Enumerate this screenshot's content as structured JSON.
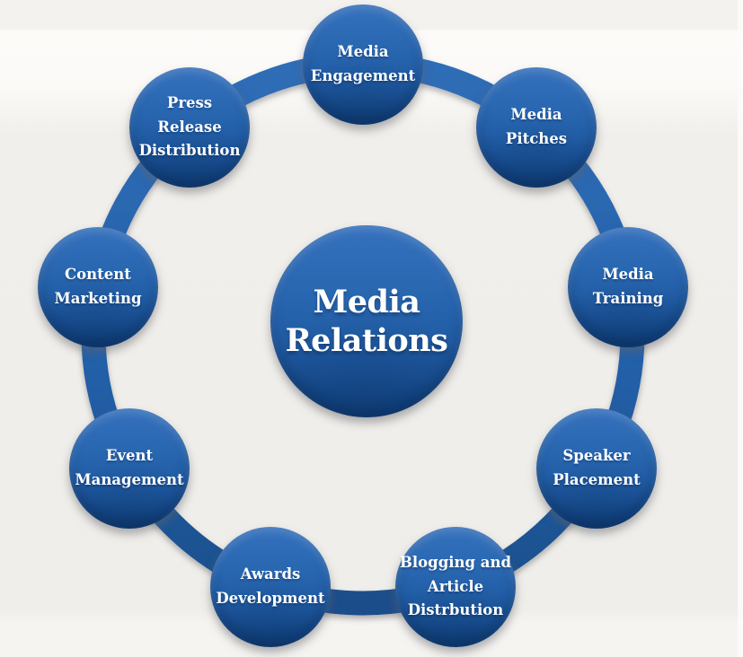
{
  "diagram": {
    "type": "hub-and-spoke-cycle",
    "center": {
      "id": "media-relations",
      "text": "Media\nRelations"
    },
    "satellites": [
      {
        "id": "media-engagement",
        "text": "Media\nEngagement"
      },
      {
        "id": "media-pitches",
        "text": "Media\nPitches"
      },
      {
        "id": "media-training",
        "text": "Media\nTraining"
      },
      {
        "id": "speaker-placement",
        "text": "Speaker\nPlacement"
      },
      {
        "id": "blogging-article-distrbution",
        "text": "Blogging and\nArticle\nDistrbution"
      },
      {
        "id": "awards-development",
        "text": "Awards\nDevelopment"
      },
      {
        "id": "event-management",
        "text": "Event\nManagement"
      },
      {
        "id": "content-marketing",
        "text": "Content\nMarketing"
      },
      {
        "id": "press-release-distribution",
        "text": "Press\nRelease\nDistribution"
      }
    ],
    "colors": {
      "ring_top": "#2f6db7",
      "ring_bottom": "#1a4e8b",
      "node_light": "#3571bd",
      "node_dark": "#134a8a",
      "label_text": "#ffffff",
      "background": "#f1efeb"
    }
  }
}
